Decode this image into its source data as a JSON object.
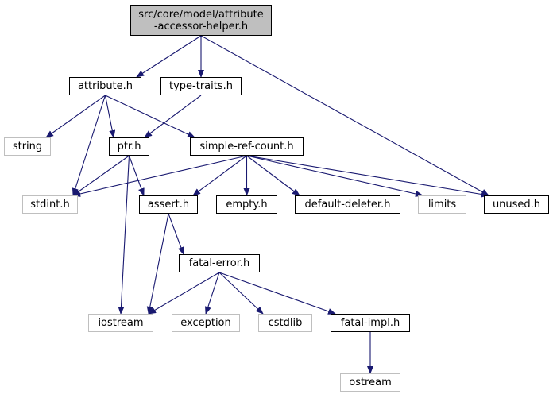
{
  "graph": {
    "edge_color": "#191970",
    "root_fill": "#bfbfbf",
    "project_border": "#000000",
    "system_border": "#bfbfbf",
    "nodes": [
      {
        "id": "root",
        "label": "src/core/model/attribute\n-accessor-helper.h",
        "kind": "root"
      },
      {
        "id": "attribute",
        "label": "attribute.h",
        "kind": "project"
      },
      {
        "id": "type_traits",
        "label": "type-traits.h",
        "kind": "project"
      },
      {
        "id": "string",
        "label": "string",
        "kind": "system"
      },
      {
        "id": "ptr",
        "label": "ptr.h",
        "kind": "project"
      },
      {
        "id": "simple_ref_count",
        "label": "simple-ref-count.h",
        "kind": "project"
      },
      {
        "id": "stdint",
        "label": "stdint.h",
        "kind": "system"
      },
      {
        "id": "assert",
        "label": "assert.h",
        "kind": "project"
      },
      {
        "id": "empty",
        "label": "empty.h",
        "kind": "project"
      },
      {
        "id": "default_deleter",
        "label": "default-deleter.h",
        "kind": "project"
      },
      {
        "id": "limits",
        "label": "limits",
        "kind": "system"
      },
      {
        "id": "unused",
        "label": "unused.h",
        "kind": "project"
      },
      {
        "id": "fatal_error",
        "label": "fatal-error.h",
        "kind": "project"
      },
      {
        "id": "iostream",
        "label": "iostream",
        "kind": "system"
      },
      {
        "id": "exception",
        "label": "exception",
        "kind": "system"
      },
      {
        "id": "cstdlib",
        "label": "cstdlib",
        "kind": "system"
      },
      {
        "id": "fatal_impl",
        "label": "fatal-impl.h",
        "kind": "project"
      },
      {
        "id": "ostream",
        "label": "ostream",
        "kind": "system"
      }
    ],
    "edges": [
      {
        "from": "root",
        "to": "attribute"
      },
      {
        "from": "root",
        "to": "type_traits"
      },
      {
        "from": "root",
        "to": "unused"
      },
      {
        "from": "attribute",
        "to": "string"
      },
      {
        "from": "attribute",
        "to": "stdint"
      },
      {
        "from": "attribute",
        "to": "ptr"
      },
      {
        "from": "attribute",
        "to": "simple_ref_count"
      },
      {
        "from": "type_traits",
        "to": "ptr"
      },
      {
        "from": "ptr",
        "to": "stdint"
      },
      {
        "from": "ptr",
        "to": "assert"
      },
      {
        "from": "ptr",
        "to": "iostream"
      },
      {
        "from": "simple_ref_count",
        "to": "stdint"
      },
      {
        "from": "simple_ref_count",
        "to": "assert"
      },
      {
        "from": "simple_ref_count",
        "to": "empty"
      },
      {
        "from": "simple_ref_count",
        "to": "default_deleter"
      },
      {
        "from": "simple_ref_count",
        "to": "limits"
      },
      {
        "from": "simple_ref_count",
        "to": "unused"
      },
      {
        "from": "assert",
        "to": "fatal_error"
      },
      {
        "from": "assert",
        "to": "iostream"
      },
      {
        "from": "fatal_error",
        "to": "iostream"
      },
      {
        "from": "fatal_error",
        "to": "exception"
      },
      {
        "from": "fatal_error",
        "to": "cstdlib"
      },
      {
        "from": "fatal_error",
        "to": "fatal_impl"
      },
      {
        "from": "fatal_impl",
        "to": "ostream"
      }
    ]
  }
}
